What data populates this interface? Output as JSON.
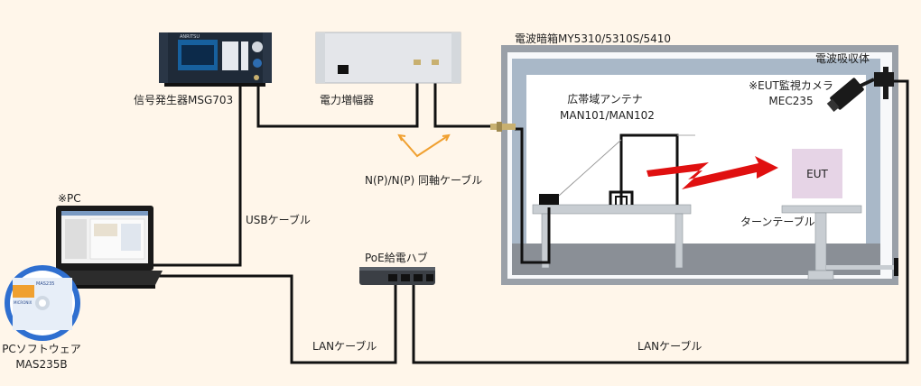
{
  "chamber": {
    "title": "電波暗箱MY5310/5310S/5410",
    "absorber_label": "電波吸収体"
  },
  "signal_generator": {
    "label": "信号発生器MSG703",
    "screen_text": "ANRITSU"
  },
  "amplifier": {
    "label": "電力増幅器"
  },
  "coax_cable": {
    "label": "N(P)/N(P) 同軸ケーブル"
  },
  "antenna": {
    "label_line1": "広帯域アンテナ",
    "label_line2": "MAN101/MAN102"
  },
  "camera": {
    "label_line1": "※EUT監視カメラ",
    "label_line2": "MEC235"
  },
  "eut": {
    "label": "EUT"
  },
  "turntable": {
    "label": "ターンテーブル"
  },
  "pc": {
    "label": "※PC"
  },
  "usb_cable": {
    "label": "USBケーブル"
  },
  "poe_hub": {
    "label": "PoE給電ハブ"
  },
  "lan_cable_left": {
    "label": "LANケーブル"
  },
  "lan_cable_right": {
    "label": "LANケーブル"
  },
  "software": {
    "label_line1": "PCソフトウェア",
    "label_line2": "MAS235B",
    "disc_text": "MAS235",
    "disc_brand": "MICRONIX"
  },
  "colors": {
    "background": "#fff6ea",
    "chamber_frame": "#9aa0a8",
    "chamber_inner": "#a9b8c8",
    "eut_box": "#e6d4e6",
    "arrow_red": "#e01010",
    "pointer_orange": "#f0a030",
    "cable": "#111111"
  }
}
